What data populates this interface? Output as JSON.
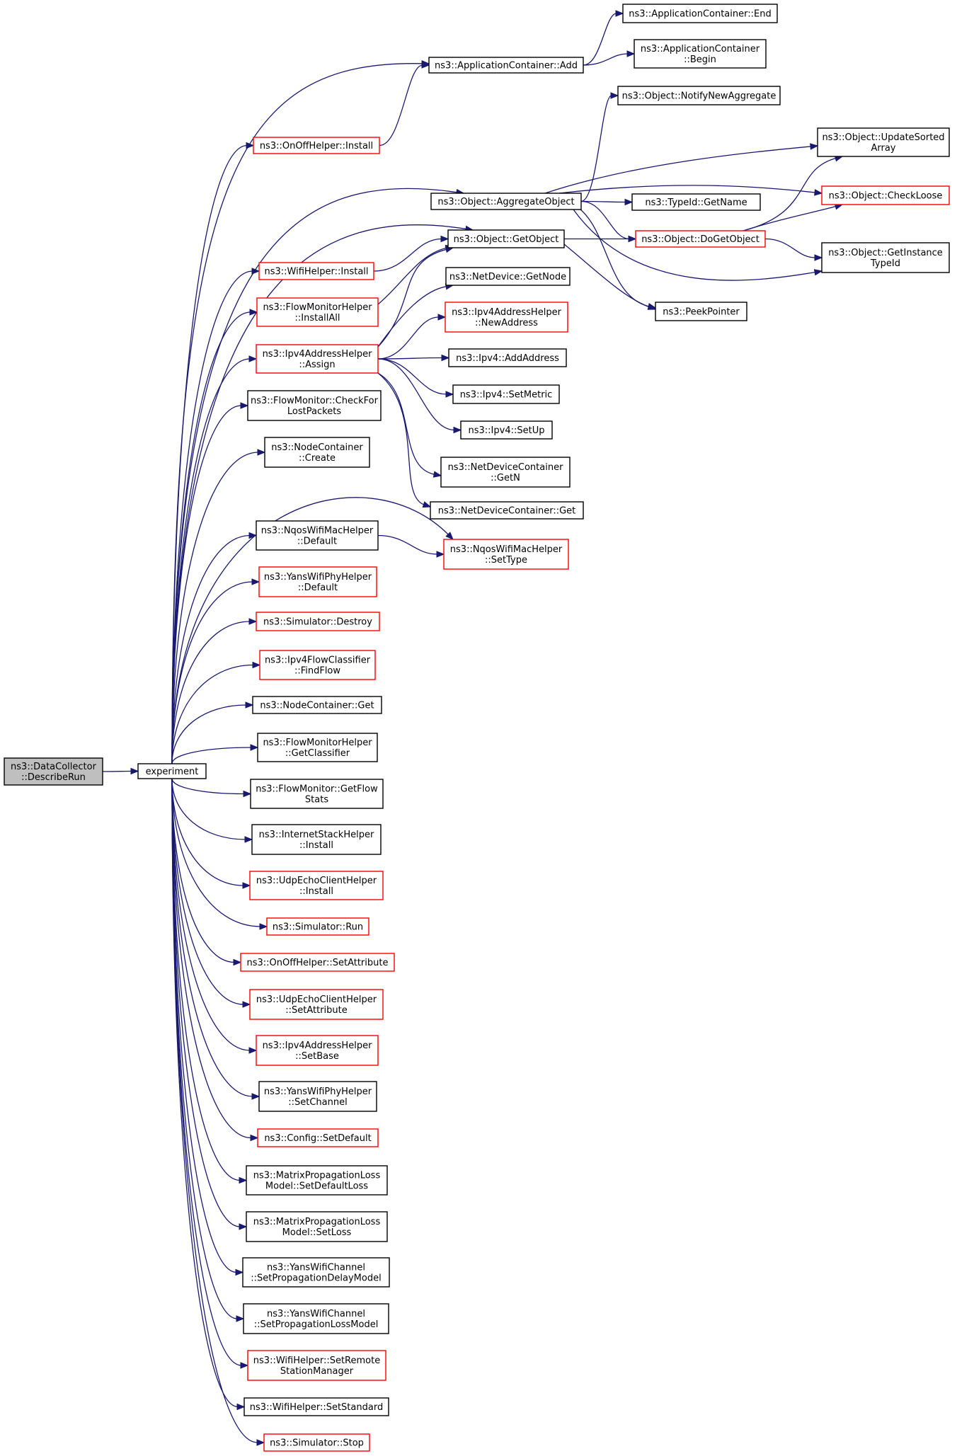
{
  "graph": {
    "colors": {
      "edge": "#191970",
      "border_default": "#000000",
      "border_has_more": "#ff0000",
      "fill_root": "#bfbfbf",
      "fill_default": "#ffffff"
    },
    "nodes": [
      {
        "id": "describe_run",
        "lines": [
          "ns3::DataCollector",
          "::DescribeRun"
        ],
        "style": "root"
      },
      {
        "id": "experiment",
        "lines": [
          "experiment"
        ],
        "style": "default"
      },
      {
        "id": "app_container_add",
        "lines": [
          "ns3::ApplicationContainer::Add"
        ],
        "style": "default"
      },
      {
        "id": "app_container_end",
        "lines": [
          "ns3::ApplicationContainer::End"
        ],
        "style": "default"
      },
      {
        "id": "app_container_begin",
        "lines": [
          "ns3::ApplicationContainer",
          "::Begin"
        ],
        "style": "default"
      },
      {
        "id": "onoff_install",
        "lines": [
          "ns3::OnOffHelper::Install"
        ],
        "style": "more"
      },
      {
        "id": "object_notify_new_aggregate",
        "lines": [
          "ns3::Object::NotifyNewAggregate"
        ],
        "style": "default"
      },
      {
        "id": "object_update_sorted_array",
        "lines": [
          "ns3::Object::UpdateSorted",
          "Array"
        ],
        "style": "default"
      },
      {
        "id": "object_aggregate_object",
        "lines": [
          "ns3::Object::AggregateObject"
        ],
        "style": "default"
      },
      {
        "id": "typeid_get_name",
        "lines": [
          "ns3::TypeId::GetName"
        ],
        "style": "default"
      },
      {
        "id": "object_check_loose",
        "lines": [
          "ns3::Object::CheckLoose"
        ],
        "style": "more"
      },
      {
        "id": "object_get_object",
        "lines": [
          "ns3::Object::GetObject"
        ],
        "style": "default"
      },
      {
        "id": "object_do_get_object",
        "lines": [
          "ns3::Object::DoGetObject"
        ],
        "style": "more"
      },
      {
        "id": "object_get_instance_typeid",
        "lines": [
          "ns3::Object::GetInstance",
          "TypeId"
        ],
        "style": "default"
      },
      {
        "id": "wifihelper_install",
        "lines": [
          "ns3::WifiHelper::Install"
        ],
        "style": "more"
      },
      {
        "id": "netdevice_get_node",
        "lines": [
          "ns3::NetDevice::GetNode"
        ],
        "style": "default"
      },
      {
        "id": "flowmonitorhelper_install_all",
        "lines": [
          "ns3::FlowMonitorHelper",
          "::InstallAll"
        ],
        "style": "more"
      },
      {
        "id": "ipv4addresshelper_new_address",
        "lines": [
          "ns3::Ipv4AddressHelper",
          "::NewAddress"
        ],
        "style": "more"
      },
      {
        "id": "peek_pointer",
        "lines": [
          "ns3::PeekPointer"
        ],
        "style": "default"
      },
      {
        "id": "ipv4addresshelper_assign",
        "lines": [
          "ns3::Ipv4AddressHelper",
          "::Assign"
        ],
        "style": "more"
      },
      {
        "id": "ipv4_add_address",
        "lines": [
          "ns3::Ipv4::AddAddress"
        ],
        "style": "default"
      },
      {
        "id": "ipv4_set_metric",
        "lines": [
          "ns3::Ipv4::SetMetric"
        ],
        "style": "default"
      },
      {
        "id": "flowmonitor_check_for_lost_packets",
        "lines": [
          "ns3::FlowMonitor::CheckFor",
          "LostPackets"
        ],
        "style": "default"
      },
      {
        "id": "ipv4_set_up",
        "lines": [
          "ns3::Ipv4::SetUp"
        ],
        "style": "default"
      },
      {
        "id": "nodecontainer_create",
        "lines": [
          "ns3::NodeContainer",
          "::Create"
        ],
        "style": "default"
      },
      {
        "id": "netdevicecontainer_getn",
        "lines": [
          "ns3::NetDeviceContainer",
          "::GetN"
        ],
        "style": "default"
      },
      {
        "id": "netdevicecontainer_get",
        "lines": [
          "ns3::NetDeviceContainer::Get"
        ],
        "style": "default"
      },
      {
        "id": "nqoswifimachelper_default",
        "lines": [
          "ns3::NqosWifiMacHelper",
          "::Default"
        ],
        "style": "default"
      },
      {
        "id": "nqoswifimachelper_settype",
        "lines": [
          "ns3::NqosWifiMacHelper",
          "::SetType"
        ],
        "style": "more"
      },
      {
        "id": "yanswifiphyhelper_default",
        "lines": [
          "ns3::YansWifiPhyHelper",
          "::Default"
        ],
        "style": "more"
      },
      {
        "id": "simulator_destroy",
        "lines": [
          "ns3::Simulator::Destroy"
        ],
        "style": "more"
      },
      {
        "id": "ipv4flowclassifier_findflow",
        "lines": [
          "ns3::Ipv4FlowClassifier",
          "::FindFlow"
        ],
        "style": "more"
      },
      {
        "id": "nodecontainer_get",
        "lines": [
          "ns3::NodeContainer::Get"
        ],
        "style": "default"
      },
      {
        "id": "flowmonitorhelper_getclassifier",
        "lines": [
          "ns3::FlowMonitorHelper",
          "::GetClassifier"
        ],
        "style": "default"
      },
      {
        "id": "flowmonitor_getflowstats",
        "lines": [
          "ns3::FlowMonitor::GetFlow",
          "Stats"
        ],
        "style": "default"
      },
      {
        "id": "internetstackhelper_install",
        "lines": [
          "ns3::InternetStackHelper",
          "::Install"
        ],
        "style": "default"
      },
      {
        "id": "udpechoclienthelper_install",
        "lines": [
          "ns3::UdpEchoClientHelper",
          "::Install"
        ],
        "style": "more"
      },
      {
        "id": "simulator_run",
        "lines": [
          "ns3::Simulator::Run"
        ],
        "style": "more"
      },
      {
        "id": "onoffhelper_setattribute",
        "lines": [
          "ns3::OnOffHelper::SetAttribute"
        ],
        "style": "more"
      },
      {
        "id": "udpechoclienthelper_setattribute",
        "lines": [
          "ns3::UdpEchoClientHelper",
          "::SetAttribute"
        ],
        "style": "more"
      },
      {
        "id": "ipv4addresshelper_setbase",
        "lines": [
          "ns3::Ipv4AddressHelper",
          "::SetBase"
        ],
        "style": "more"
      },
      {
        "id": "yanswifiphyhelper_setchannel",
        "lines": [
          "ns3::YansWifiPhyHelper",
          "::SetChannel"
        ],
        "style": "default"
      },
      {
        "id": "config_setdefault",
        "lines": [
          "ns3::Config::SetDefault"
        ],
        "style": "more"
      },
      {
        "id": "matrixpropagationloss_setdefaultloss",
        "lines": [
          "ns3::MatrixPropagationLoss",
          "Model::SetDefaultLoss"
        ],
        "style": "default"
      },
      {
        "id": "matrixpropagationloss_setloss",
        "lines": [
          "ns3::MatrixPropagationLoss",
          "Model::SetLoss"
        ],
        "style": "default"
      },
      {
        "id": "yanswifichannel_setpropagationdelaymodel",
        "lines": [
          "ns3::YansWifiChannel",
          "::SetPropagationDelayModel"
        ],
        "style": "default"
      },
      {
        "id": "yanswifichannel_setpropagationlossmodel",
        "lines": [
          "ns3::YansWifiChannel",
          "::SetPropagationLossModel"
        ],
        "style": "default"
      },
      {
        "id": "wifihelper_setremotestationmanager",
        "lines": [
          "ns3::WifiHelper::SetRemote",
          "StationManager"
        ],
        "style": "more"
      },
      {
        "id": "wifihelper_setstandard",
        "lines": [
          "ns3::WifiHelper::SetStandard"
        ],
        "style": "default"
      },
      {
        "id": "simulator_stop",
        "lines": [
          "ns3::Simulator::Stop"
        ],
        "style": "more"
      }
    ],
    "edges": [
      [
        "describe_run",
        "experiment"
      ],
      [
        "experiment",
        "app_container_add"
      ],
      [
        "experiment",
        "onoff_install"
      ],
      [
        "experiment",
        "object_aggregate_object"
      ],
      [
        "experiment",
        "object_get_object"
      ],
      [
        "experiment",
        "wifihelper_install"
      ],
      [
        "experiment",
        "flowmonitorhelper_install_all"
      ],
      [
        "experiment",
        "ipv4addresshelper_assign"
      ],
      [
        "experiment",
        "flowmonitor_check_for_lost_packets"
      ],
      [
        "experiment",
        "nodecontainer_create"
      ],
      [
        "experiment",
        "nqoswifimachelper_settype"
      ],
      [
        "experiment",
        "nqoswifimachelper_default"
      ],
      [
        "experiment",
        "yanswifiphyhelper_default"
      ],
      [
        "experiment",
        "simulator_destroy"
      ],
      [
        "experiment",
        "ipv4flowclassifier_findflow"
      ],
      [
        "experiment",
        "nodecontainer_get"
      ],
      [
        "experiment",
        "flowmonitorhelper_getclassifier"
      ],
      [
        "experiment",
        "flowmonitor_getflowstats"
      ],
      [
        "experiment",
        "internetstackhelper_install"
      ],
      [
        "experiment",
        "udpechoclienthelper_install"
      ],
      [
        "experiment",
        "simulator_run"
      ],
      [
        "experiment",
        "onoffhelper_setattribute"
      ],
      [
        "experiment",
        "udpechoclienthelper_setattribute"
      ],
      [
        "experiment",
        "ipv4addresshelper_setbase"
      ],
      [
        "experiment",
        "yanswifiphyhelper_setchannel"
      ],
      [
        "experiment",
        "config_setdefault"
      ],
      [
        "experiment",
        "matrixpropagationloss_setdefaultloss"
      ],
      [
        "experiment",
        "matrixpropagationloss_setloss"
      ],
      [
        "experiment",
        "yanswifichannel_setpropagationdelaymodel"
      ],
      [
        "experiment",
        "yanswifichannel_setpropagationlossmodel"
      ],
      [
        "experiment",
        "wifihelper_setremotestationmanager"
      ],
      [
        "experiment",
        "wifihelper_setstandard"
      ],
      [
        "experiment",
        "simulator_stop"
      ],
      [
        "app_container_add",
        "app_container_end"
      ],
      [
        "app_container_add",
        "app_container_begin"
      ],
      [
        "onoff_install",
        "app_container_add"
      ],
      [
        "object_aggregate_object",
        "object_notify_new_aggregate"
      ],
      [
        "object_aggregate_object",
        "object_update_sorted_array"
      ],
      [
        "object_aggregate_object",
        "object_check_loose"
      ],
      [
        "object_aggregate_object",
        "typeid_get_name"
      ],
      [
        "object_aggregate_object",
        "object_do_get_object"
      ],
      [
        "object_aggregate_object",
        "object_get_instance_typeid"
      ],
      [
        "object_aggregate_object",
        "peek_pointer"
      ],
      [
        "object_get_object",
        "object_do_get_object"
      ],
      [
        "object_get_object",
        "peek_pointer"
      ],
      [
        "object_do_get_object",
        "object_update_sorted_array"
      ],
      [
        "object_do_get_object",
        "object_check_loose"
      ],
      [
        "object_do_get_object",
        "object_get_instance_typeid"
      ],
      [
        "wifihelper_install",
        "object_get_object"
      ],
      [
        "flowmonitorhelper_install_all",
        "object_get_object"
      ],
      [
        "ipv4addresshelper_assign",
        "object_get_object"
      ],
      [
        "ipv4addresshelper_assign",
        "netdevice_get_node"
      ],
      [
        "ipv4addresshelper_assign",
        "ipv4addresshelper_new_address"
      ],
      [
        "ipv4addresshelper_assign",
        "ipv4_add_address"
      ],
      [
        "ipv4addresshelper_assign",
        "ipv4_set_metric"
      ],
      [
        "ipv4addresshelper_assign",
        "ipv4_set_up"
      ],
      [
        "ipv4addresshelper_assign",
        "netdevicecontainer_getn"
      ],
      [
        "ipv4addresshelper_assign",
        "netdevicecontainer_get"
      ],
      [
        "nqoswifimachelper_default",
        "nqoswifimachelper_settype"
      ]
    ]
  }
}
